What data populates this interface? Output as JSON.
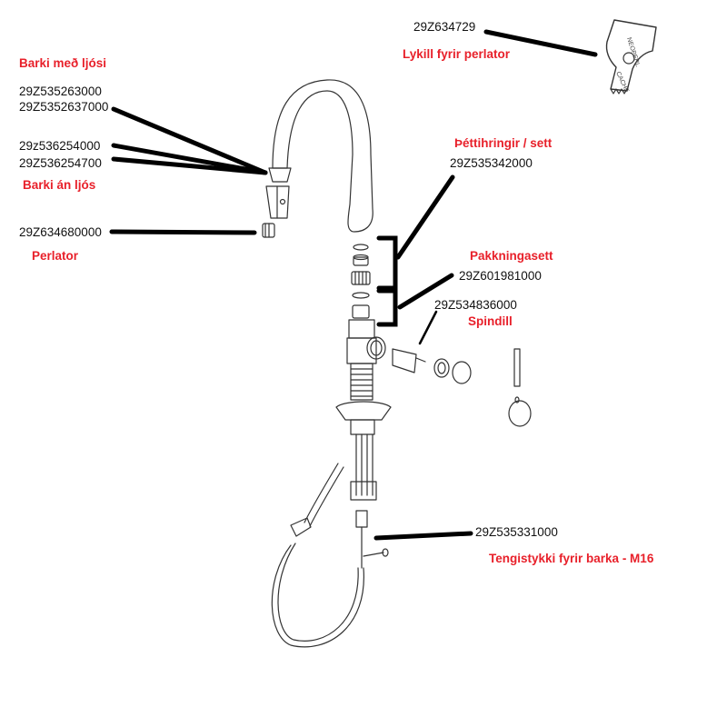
{
  "colors": {
    "label_red": "#e8202a",
    "part_text": "#111111",
    "leader": "#000000",
    "drawing": "#333333"
  },
  "labels": {
    "barki_med_ljosi": {
      "name": "Barki með ljósi",
      "part1": "29Z535263000",
      "part2": "29Z5352637000"
    },
    "barki_an_ljos": {
      "part1": "29z536254000",
      "part2": "29Z536254700",
      "name": "Barki án ljós"
    },
    "perlator": {
      "part": "29Z634680000",
      "name": "Perlator"
    },
    "lykill": {
      "part": "29Z634729",
      "name": "Lykill fyrir perlator"
    },
    "thettihringir": {
      "name": "Þéttihringir / sett",
      "part": "29Z535342000"
    },
    "pakkningasett": {
      "name": "Pakkningasett",
      "part": "29Z601981000"
    },
    "spindill": {
      "part": "29Z534836000",
      "name": "Spindill"
    },
    "tengistykki": {
      "part": "29Z535331000",
      "name": "Tengistykki fyrir barka - M16"
    }
  },
  "key_tool": {
    "text_top": "NEOPERL",
    "text_bottom": "CACHE"
  }
}
